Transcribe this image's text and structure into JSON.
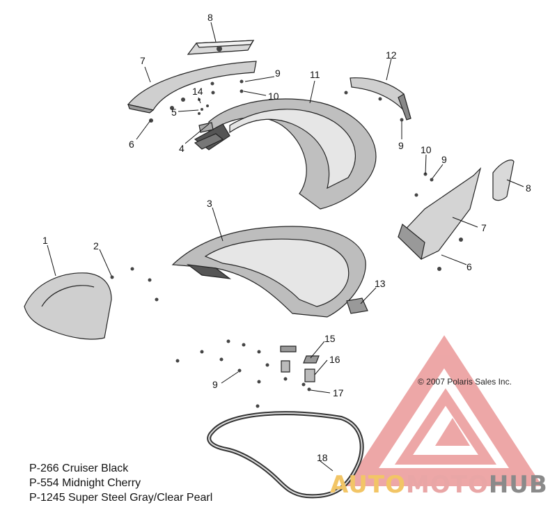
{
  "callouts": {
    "c1": "1",
    "c2": "2",
    "c3": "3",
    "c4": "4",
    "c5": "5",
    "c6a": "6",
    "c6b": "6",
    "c7a": "7",
    "c7b": "7",
    "c8a": "8",
    "c8b": "8",
    "c9a": "9",
    "c9b": "9",
    "c9c": "9",
    "c9d": "9",
    "c10a": "10",
    "c10b": "10",
    "c11": "11",
    "c12": "12",
    "c13": "13",
    "c14": "14",
    "c15": "15",
    "c16": "16",
    "c17": "17",
    "c18": "18"
  },
  "copyright": "© 2007 Polaris Sales Inc.",
  "legend": [
    "P-266  Cruiser Black",
    "P-554  Midnight Cherry",
    "P-1245 Super Steel Gray/Clear Pearl"
  ],
  "watermark": {
    "parts": [
      "AUTO",
      "MOTO",
      "HUB"
    ],
    "colors": [
      "#f2c566",
      "#e9a6a6",
      "#8a8a8a"
    ],
    "logo_color": "#e88a8a"
  }
}
